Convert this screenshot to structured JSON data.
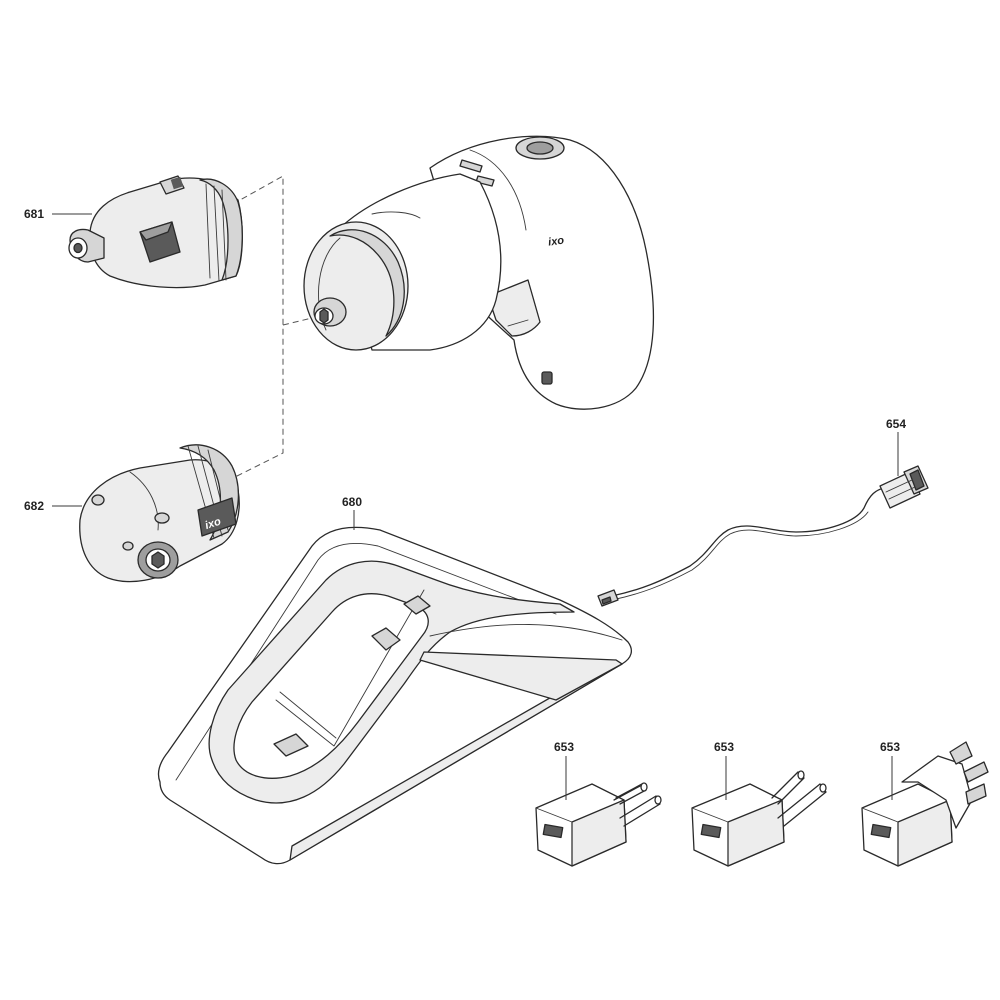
{
  "diagram": {
    "type": "exploded-parts-view",
    "callouts": {
      "adapter_681": "681",
      "adapter_682": "682",
      "charging_cable": "654",
      "charging_dock": "680",
      "charger_eu_1": "653",
      "charger_eu_2": "653",
      "charger_uk": "653"
    },
    "logo_text": "ixo"
  }
}
